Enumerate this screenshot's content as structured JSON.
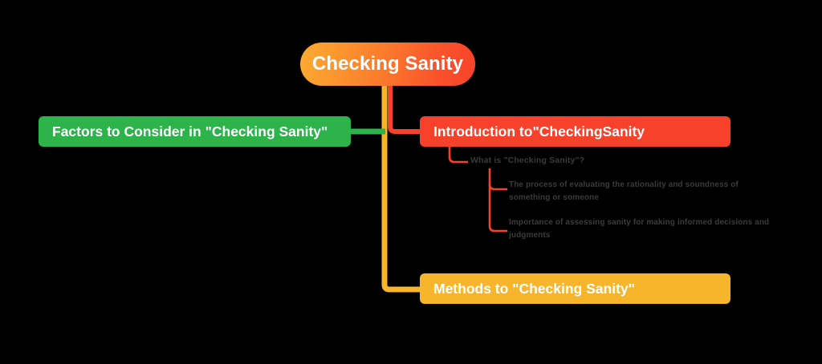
{
  "mindmap": {
    "root": {
      "label": "Checking Sanity",
      "color": "#fa7a2c"
    },
    "branches": [
      {
        "id": "factors",
        "label": "Factors to Consider in \"Checking Sanity\"",
        "color": "#2cb34a",
        "side": "left"
      },
      {
        "id": "introduction",
        "label": "Introduction to\"CheckingSanity",
        "color": "#f8412a",
        "side": "right"
      },
      {
        "id": "methods",
        "label": "Methods to \"Checking Sanity\"",
        "color": "#f7b52c",
        "side": "right"
      }
    ],
    "subnodes": {
      "level1": [
        {
          "id": "what-is",
          "label": "What is \"Checking Sanity\"?",
          "parent": "introduction",
          "color": "#f8412a"
        }
      ],
      "level2": [
        {
          "id": "definition",
          "label": "The process of evaluating the rationality and soundness of something or someone",
          "parent": "what-is",
          "color": "#f8412a"
        },
        {
          "id": "importance",
          "label": "Importance of assessing sanity for making informed decisions and judgments",
          "parent": "what-is",
          "color": "#f8412a"
        }
      ]
    },
    "connector_colors": {
      "root_to_introduction": "#f8412a",
      "root_to_methods": "#f7b52c",
      "root_to_factors": "#2cb34a",
      "subbranch": "#f8412a"
    },
    "background": "#000000",
    "node_text_color": "#ffffff",
    "subnode_text_color": "#3b3b3b"
  }
}
